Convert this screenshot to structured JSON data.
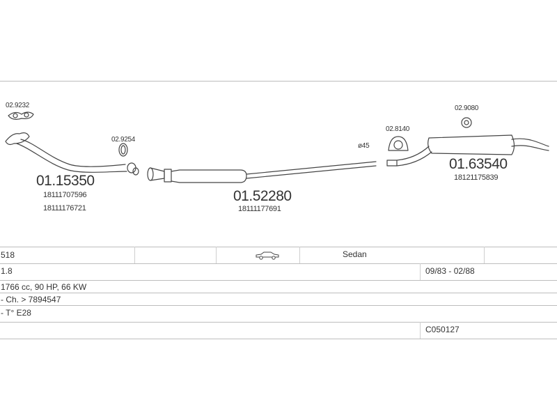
{
  "parts": {
    "clamp_front": "02.9232",
    "front_pipe": "01.15350",
    "front_pipe_oe1": "18111707596",
    "front_pipe_oe2": "18111176721",
    "gasket": "02.9254",
    "middle": "01.52280",
    "middle_oe": "18111177691",
    "pipe_diameter": "ø45",
    "clamp_rear": "02.8140",
    "hanger": "02.9080",
    "rear": "01.63540",
    "rear_oe": "18121175839"
  },
  "table": {
    "model": "518",
    "body_type": "Sedan",
    "engine": "1.8",
    "years": "09/83 - 02/88",
    "specs": "1766 cc, 90 HP, 66 KW",
    "chassis": "- Ch. > 7894547",
    "type": "- T° E28",
    "code": "C050127"
  },
  "icons": {
    "car": "sedan-car-icon"
  },
  "colors": {
    "line": "#444444",
    "rule": "#bdbdbd"
  }
}
